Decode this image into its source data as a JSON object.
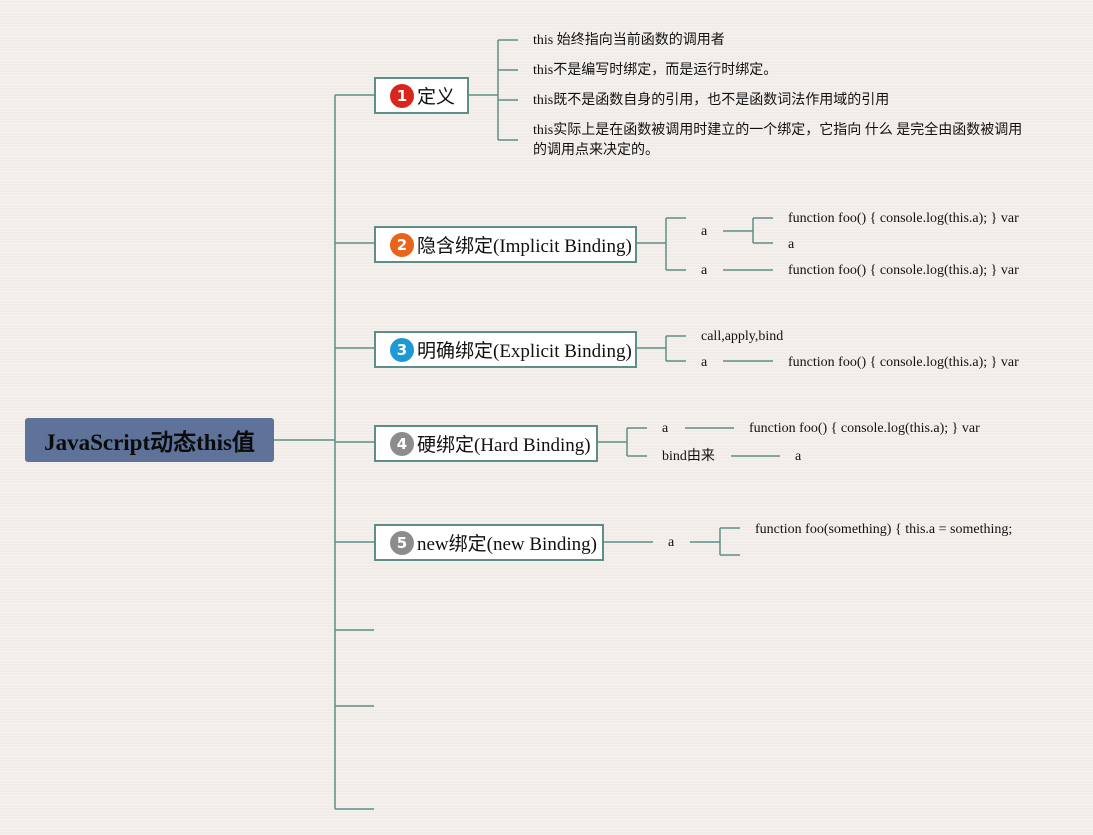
{
  "colors": {
    "background": "#f1ece8",
    "root_fill": "#5f7299",
    "line": "#5e8f86",
    "badge_1": "#d9261c",
    "badge_2": "#e8641b",
    "badge_3": "#1f98d6",
    "badge_4": "#8c8c8c",
    "badge_5": "#8c8c8c"
  },
  "root": {
    "label": "JavaScript动态this值"
  },
  "branches": [
    {
      "badge": "1",
      "label": "定义",
      "items": [
        "this 始终指向当前函数的调用者",
        "this不是编写时绑定，而是运行时绑定。",
        "this既不是函数自身的引用，也不是函数词法作用域的引用",
        "this实际上是在函数被调用时建立的一个绑定，它指向 什么 是完全由函数被调用的调用点来决定的。"
      ]
    },
    {
      "badge": "2",
      "label": "隐含绑定(Implicit Binding)",
      "sub": [
        {
          "label": "a",
          "children": [
            "function foo() { console.log(this.a); } var",
            "a"
          ]
        },
        {
          "label": "a",
          "children": [
            "function foo() { console.log(this.a); } var"
          ]
        }
      ]
    },
    {
      "badge": "3",
      "label": "明确绑定(Explicit Binding)",
      "sub": [
        {
          "label": "call,apply,bind"
        },
        {
          "label": "a",
          "children": [
            "function foo() { console.log(this.a); } var"
          ]
        }
      ]
    },
    {
      "badge": "4",
      "label": "硬绑定(Hard Binding)",
      "sub": [
        {
          "label": "a",
          "children": [
            "function foo() { console.log(this.a); } var"
          ]
        },
        {
          "label": "bind由来",
          "children": [
            "a"
          ]
        }
      ]
    },
    {
      "badge": "5",
      "label": "new绑定(new Binding)",
      "sub": [
        {
          "label": "a",
          "children": [
            "function foo(something) { this.a = something;",
            ""
          ]
        }
      ]
    }
  ]
}
